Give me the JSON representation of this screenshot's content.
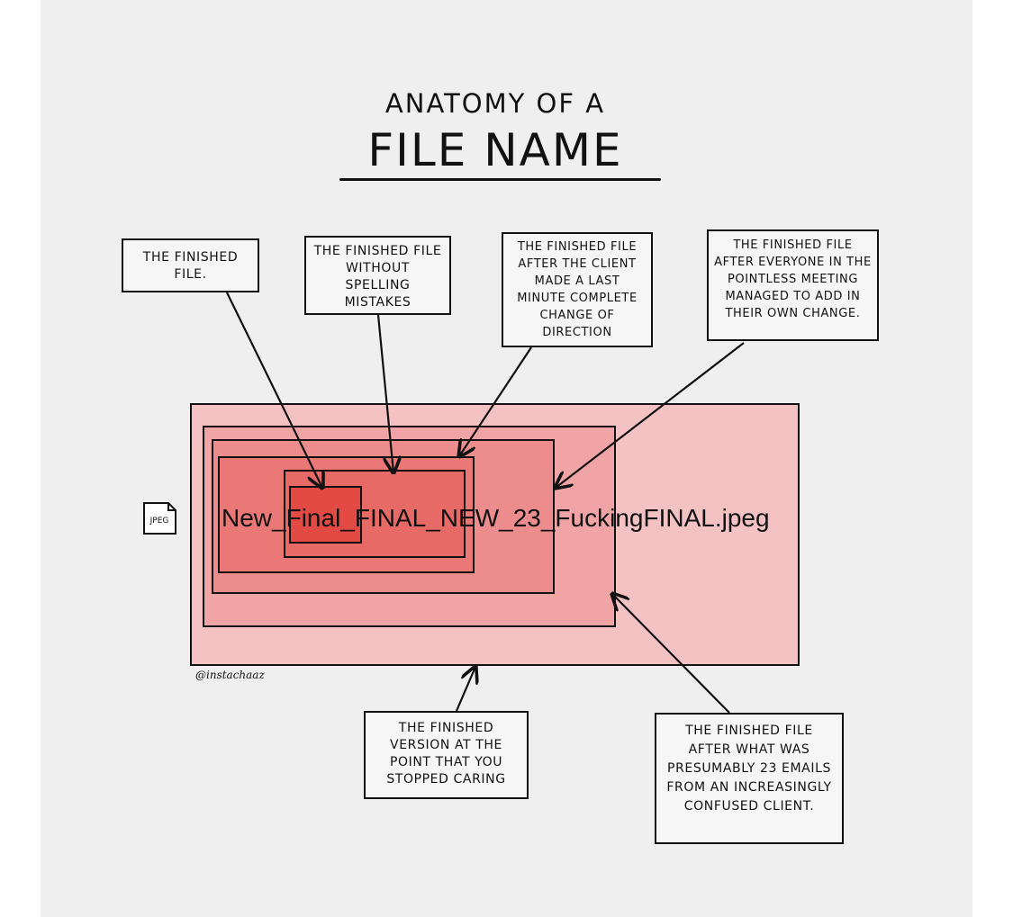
{
  "title": {
    "line1": "ANATOMY OF A",
    "line2": "FILE NAME"
  },
  "callouts": {
    "finished_file": "The finished file.",
    "no_spelling": "The finished file without spelling mistakes",
    "change_direction": "The finished file after the client made a last minute complete change of direction",
    "pointless_meeting": "The finished file after everyone in the pointless meeting managed to add in their own change.",
    "stopped_caring": "The finished version at the point that you stopped caring",
    "emails": "The finished file after what was presumably 23 emails from an increasingly confused client."
  },
  "filename": {
    "part1": "New_",
    "part2": "Final",
    "part3": "_FINAL_",
    "part4": "NEW_",
    "part5": "23_",
    "part6": "FuckingFINAL",
    "part7": ".jpeg"
  },
  "icon": {
    "name": "jpeg-file-icon",
    "label": "JPEG"
  },
  "credit": "@instachaaz",
  "colors": {
    "layer1": "#f5c2c4",
    "layer2": "#f0a4a6",
    "layer3": "#ec8c8c",
    "layer4": "#e86a66",
    "layer5": "#e44a44"
  }
}
